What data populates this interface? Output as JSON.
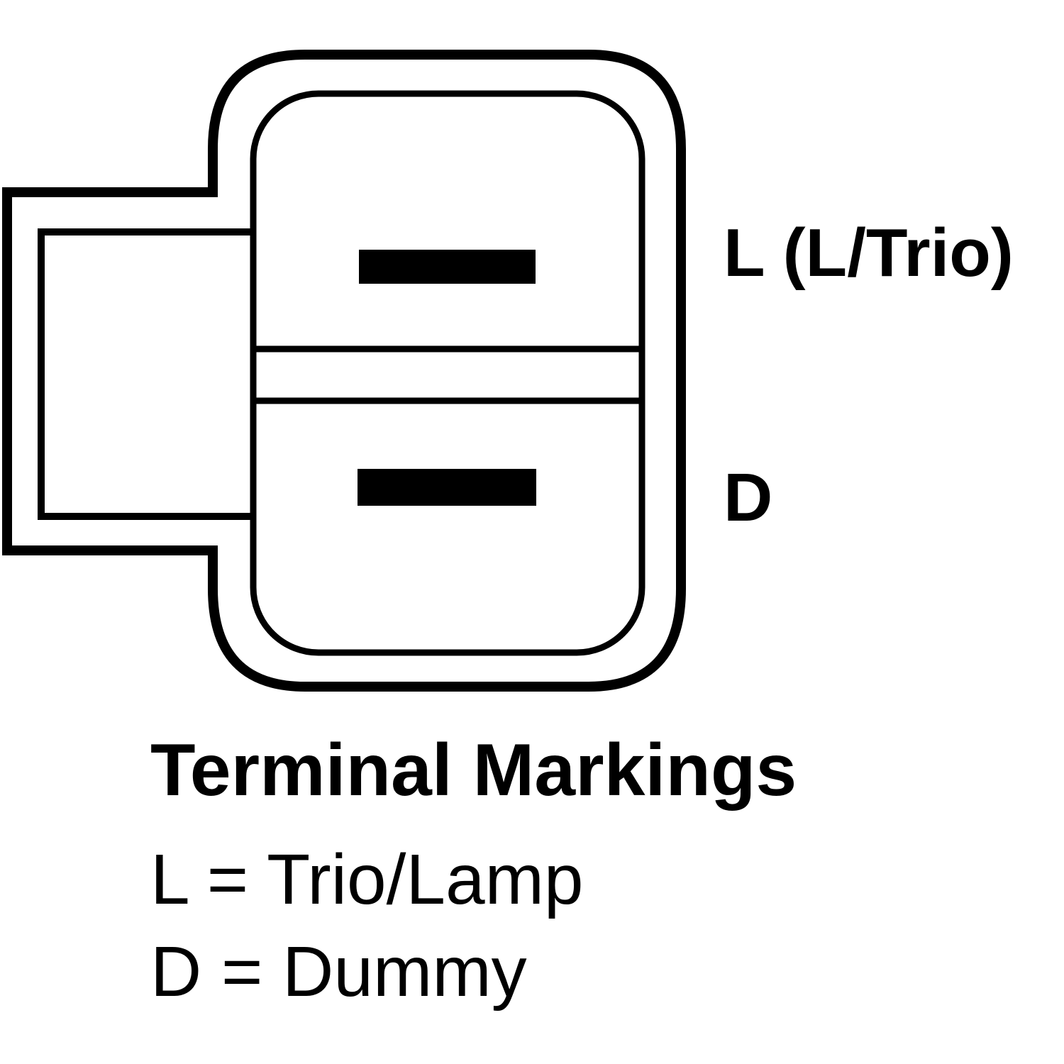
{
  "diagram": {
    "terminals": [
      {
        "id": "L",
        "label": "L (L/Trio)"
      },
      {
        "id": "D",
        "label": "D"
      }
    ]
  },
  "legend": {
    "title": "Terminal Markings",
    "items": [
      "L = Trio/Lamp",
      "D = Dummy"
    ]
  },
  "colors": {
    "line": "#000000",
    "background": "#ffffff"
  }
}
